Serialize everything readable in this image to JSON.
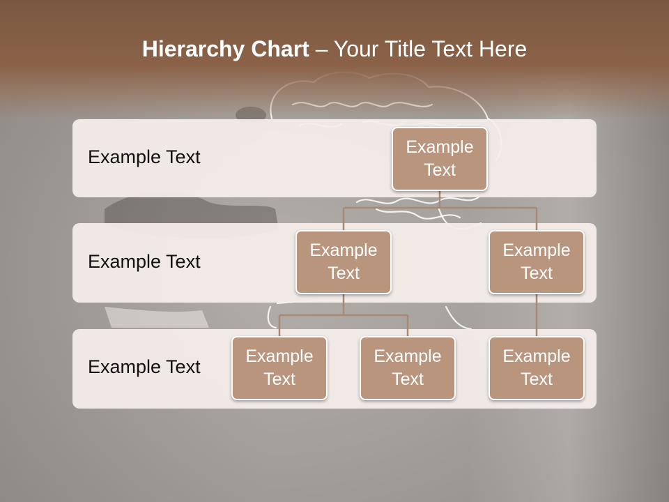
{
  "slide": {
    "title_bold": "Hierarchy Chart",
    "title_rest": " – Your Title Text Here"
  },
  "levels": [
    {
      "label": "Example Text"
    },
    {
      "label": "Example Text"
    },
    {
      "label": "Example Text"
    }
  ],
  "nodes": {
    "root": "Example Text",
    "mid_left": "Example Text",
    "mid_right": "Example Text",
    "leaf_1": "Example Text",
    "leaf_2": "Example Text",
    "leaf_3": "Example Text"
  },
  "colors": {
    "header": "#8b6248",
    "node_fill": "#b9957e",
    "connector": "#a88975",
    "band": "#f5eeeb"
  },
  "background_image": "hand-drawing-brain-sketch"
}
